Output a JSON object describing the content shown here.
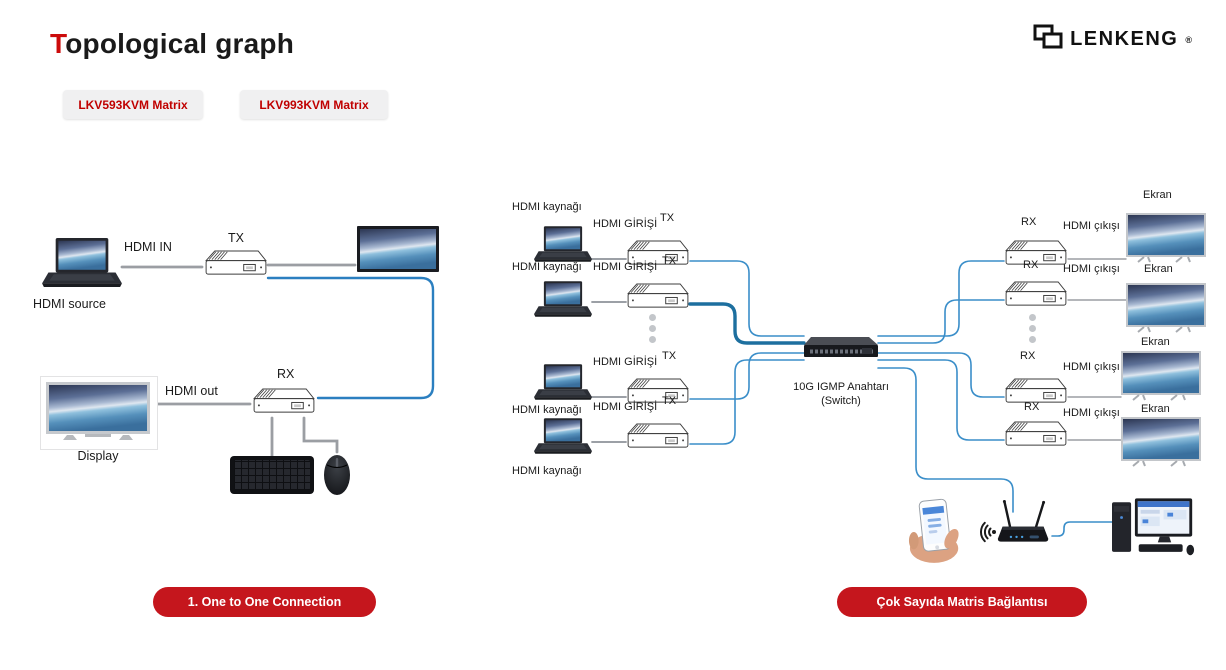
{
  "header": {
    "title": {
      "accent": "T",
      "rest": "opological graph"
    },
    "logo": {
      "text": "LENKENG",
      "reg": "®"
    }
  },
  "models": {
    "btn1": "LKV593KVM Matrix",
    "btn2": "LKV993KVM Matrix"
  },
  "one_to_one": {
    "hdmi_in": "HDMI IN",
    "tx": "TX",
    "source": "HDMI source",
    "rx": "RX",
    "hdmi_out": "HDMI out",
    "display": "Display",
    "caption": "1. One to One Connection"
  },
  "matrix": {
    "source": "HDMI kaynağı",
    "hdmi_input": "HDMI GİRİŞİ",
    "tx": "TX",
    "rx": "RX",
    "hdmi_output": "HDMI çıkışı",
    "screen": "Ekran",
    "switch_line1": "10G IGMP Anahtarı",
    "switch_line2": "(Switch)",
    "caption": "Çok Sayıda Matris Bağlantısı"
  },
  "colors": {
    "accent_red": "#c5161d",
    "button_text_red": "#c00000",
    "wire_blue": "#2e86c4",
    "wire_blue_bold": "#1d6f9f",
    "wire_gray": "#9b9ea3"
  }
}
